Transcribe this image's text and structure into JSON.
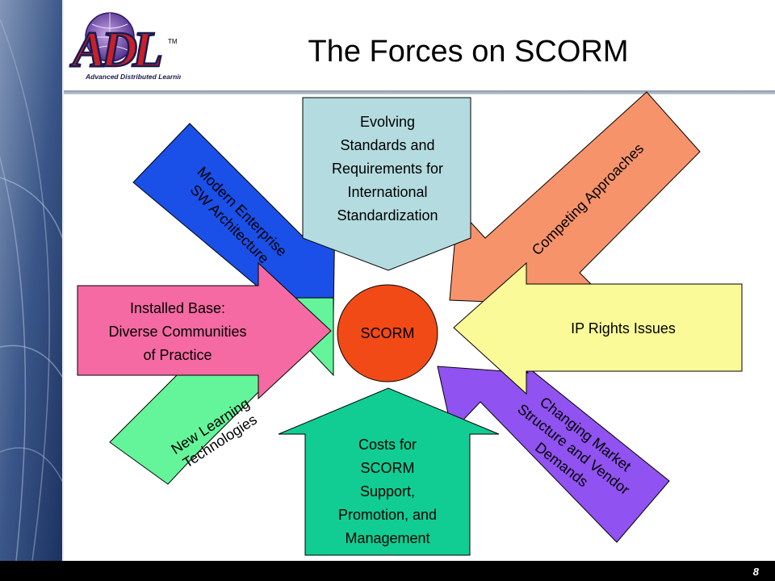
{
  "slide": {
    "title": "The Forces on SCORM",
    "page_number": "8"
  },
  "logo": {
    "letters": "ADL",
    "trademark": "TM",
    "caption": "Advanced Distributed Learning"
  },
  "center": {
    "label": "SCORM"
  },
  "forces": {
    "enterprise": [
      "Modern Enterprise",
      "SW Architecture"
    ],
    "standards": [
      "Evolving",
      "Standards and",
      "Requirements for",
      "International",
      "Standardization"
    ],
    "competing": [
      "Competing Approaches"
    ],
    "installed": [
      "Installed Base:",
      "Diverse Communities",
      "of Practice"
    ],
    "ip": [
      "IP Rights Issues"
    ],
    "learning": [
      "New Learning",
      "Technologies"
    ],
    "costs": [
      "Costs for",
      "SCORM",
      "Support,",
      "Promotion, and",
      "Management"
    ],
    "market": [
      "Changing Market",
      "Structure and Vendor",
      "Demands"
    ]
  },
  "colors": {
    "enterprise": "#1a4fe8",
    "standards": "#b4dce0",
    "competing": "#f7936a",
    "installed": "#f56aa3",
    "ip": "#fafa98",
    "learning": "#64f59a",
    "costs": "#11cd93",
    "market": "#9052f0",
    "center": "#f24a16"
  }
}
